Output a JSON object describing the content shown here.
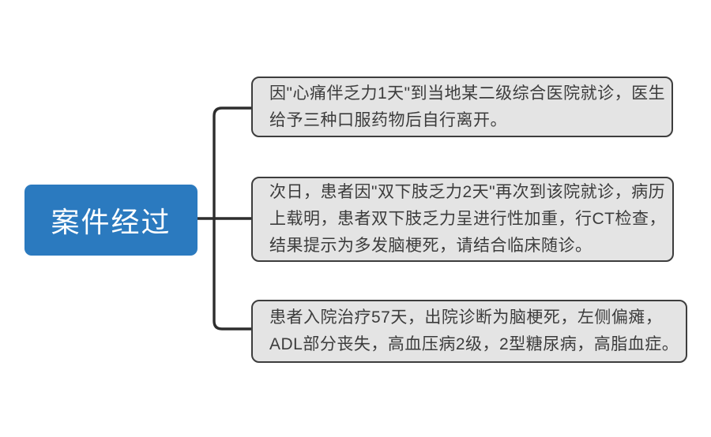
{
  "root": {
    "label": "案件经过"
  },
  "nodes": [
    {
      "lines": [
        "因\"心痛伴乏力1天\"到当地某二级综合医院就诊，医生",
        "给予三种口服药物后自行离开。"
      ]
    },
    {
      "lines": [
        "次日，患者因\"双下肢乏力2天\"再次到该院就诊，病历",
        "上载明，患者双下肢乏力呈进行性加重，行CT检查，",
        "结果提示为多发脑梗死，请结合临床随诊。"
      ]
    },
    {
      "lines": [
        "患者入院治疗57天，出院诊断为脑梗死，左侧偏瘫，",
        "ADL部分丧失，高血压病2级，2型糖尿病，高脂血症。"
      ]
    }
  ],
  "colors": {
    "background": "#ffffff",
    "root_node_bg": "#2b7abf",
    "root_node_text": "#ffffff",
    "case_node_bg": "#e4e4e4",
    "case_node_border": "#3d3d3d",
    "case_node_text": "#3c3c3c",
    "connector": "#2d2d2d"
  }
}
